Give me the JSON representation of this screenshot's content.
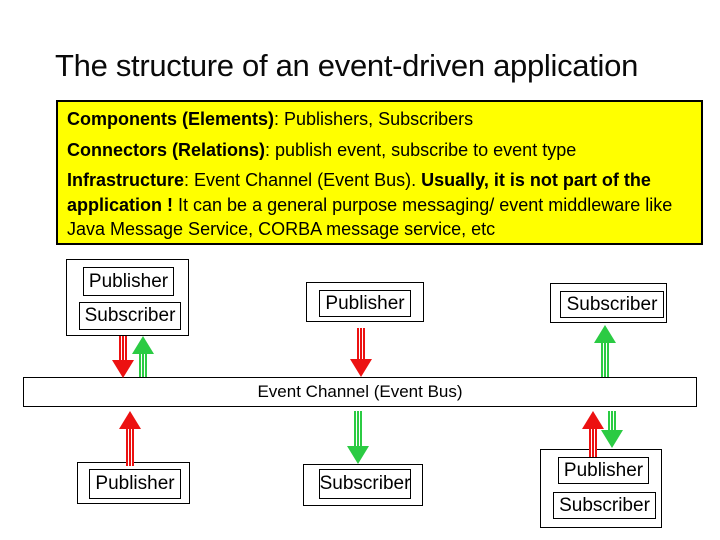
{
  "title": "The structure of an event-driven application",
  "infobox": {
    "paragraphs": [
      {
        "bold": "Components (Elements)",
        "rest": ": Publishers, Subscribers"
      },
      {
        "bold": "Connectors (Relations)",
        "rest": ": publish event, subscribe to event type"
      },
      {
        "bold": "Infrastructure",
        "rest": ": Event Channel (Event Bus). ",
        "bold2": "Usually, it is not part of the application !",
        "rest2": " It can be a general purpose messaging/ event middleware like Java Message Service, CORBA message service, etc"
      }
    ]
  },
  "diagram": {
    "bus_label": "Event Channel (Event Bus)",
    "node_labels": {
      "publisher": "Publisher",
      "subscriber": "Subscriber"
    }
  },
  "colors": {
    "arrow_red": "#ec1111",
    "arrow_green": "#2bcb43",
    "infobox_bg": "#ffff00"
  }
}
